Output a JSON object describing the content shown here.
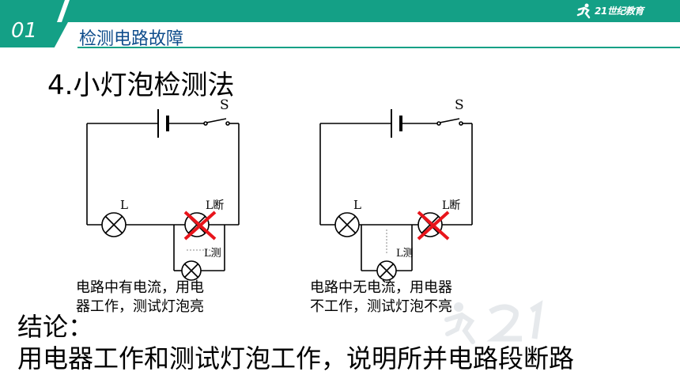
{
  "header": {
    "section_number": "01",
    "section_title": "检测电路故障",
    "brand_icon": "runner-logo-icon"
  },
  "heading": "4.小灯泡检测法",
  "circuits": [
    {
      "switch_label": "S",
      "lamp_label": "L",
      "broken_lamp_label": "L断",
      "test_lamp_label": "L测",
      "caption_lines": [
        "电路中有电流，用电",
        "器工作，测试灯泡亮"
      ]
    },
    {
      "switch_label": "S",
      "lamp_label": "L",
      "broken_lamp_label": "L断",
      "test_lamp_label": "L测",
      "caption_lines": [
        "电路中无电流，用电器",
        "不工作，测试灯泡不亮"
      ]
    }
  ],
  "conclusion": {
    "label": "结论：",
    "text": "用电器工作和测试灯泡工作，说明所并电路段断路"
  },
  "colors": {
    "accent": "#14a086",
    "title_text": "#0f4d8c",
    "cross": "#e8141b"
  }
}
